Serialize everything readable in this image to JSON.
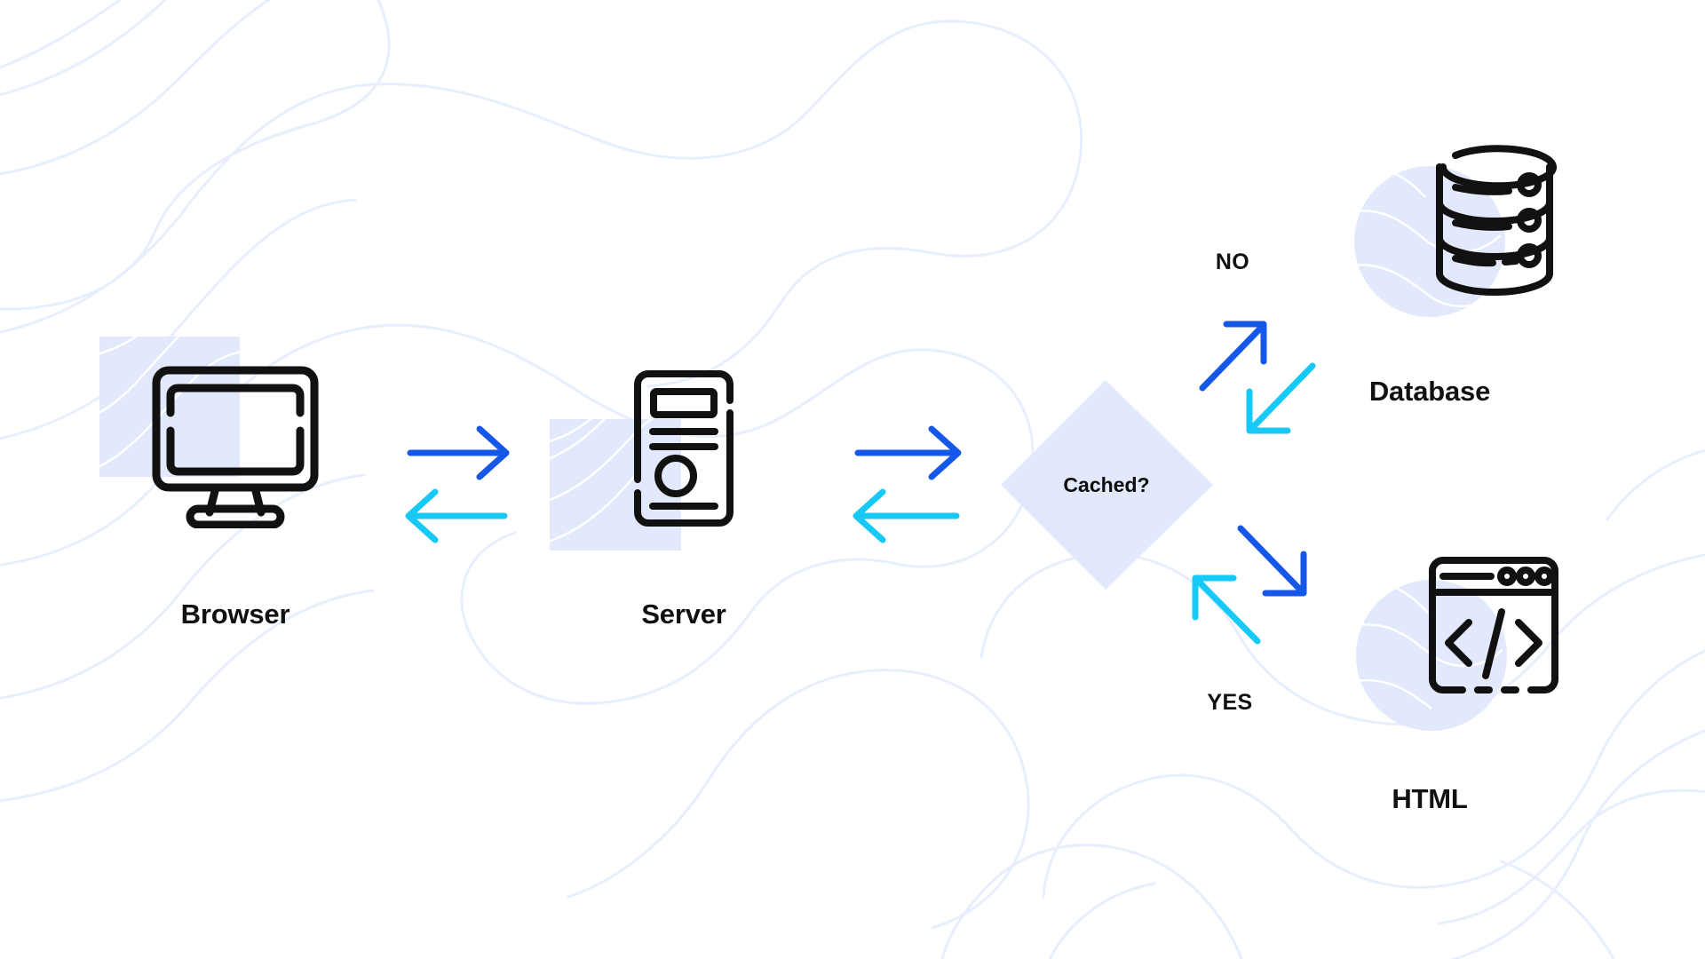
{
  "diagram": {
    "title": "Browser Server Cache Database HTML request flow",
    "type": "flow-diagram",
    "background_color": "#ffffff",
    "colors": {
      "arrow_outbound": "#1557E8",
      "arrow_return": "#17C9F7",
      "shape_fill": "#E2E9FC",
      "wave_stroke": "#E7EEFD",
      "icon_stroke": "#111111",
      "text": "#111111"
    },
    "nodes": [
      {
        "id": "browser",
        "label": "Browser",
        "icon": "monitor-icon"
      },
      {
        "id": "server",
        "label": "Server",
        "icon": "server-tower-icon"
      },
      {
        "id": "cached",
        "label": "Cached?",
        "icon": "diamond-decision-shape"
      },
      {
        "id": "database",
        "label": "Database",
        "icon": "database-cylinder-icon"
      },
      {
        "id": "html",
        "label": "HTML",
        "icon": "code-window-icon"
      }
    ],
    "branch_labels": [
      {
        "id": "no",
        "label": "NO"
      },
      {
        "id": "yes",
        "label": "YES"
      }
    ],
    "connections": [
      {
        "id": "browser-to-server",
        "from": "browser",
        "to": "server",
        "direction": "right",
        "color": "#1557E8"
      },
      {
        "id": "server-to-browser",
        "from": "server",
        "to": "browser",
        "direction": "left",
        "color": "#17C9F7"
      },
      {
        "id": "server-to-cached",
        "from": "server",
        "to": "cached",
        "direction": "right",
        "color": "#1557E8"
      },
      {
        "id": "cached-to-server",
        "from": "cached",
        "to": "server",
        "direction": "left",
        "color": "#17C9F7"
      },
      {
        "id": "cached-to-database",
        "from": "cached",
        "to": "database",
        "direction": "up-right",
        "color": "#1557E8",
        "branch": "NO"
      },
      {
        "id": "database-to-cached",
        "from": "database",
        "to": "cached",
        "direction": "down-left",
        "color": "#17C9F7",
        "branch": "NO"
      },
      {
        "id": "cached-to-html",
        "from": "cached",
        "to": "html",
        "direction": "down-right",
        "color": "#1557E8",
        "branch": "YES"
      },
      {
        "id": "html-to-cached",
        "from": "html",
        "to": "cached",
        "direction": "up-left",
        "color": "#17C9F7",
        "branch": "YES"
      }
    ],
    "decorations": [
      {
        "id": "browser-square",
        "shape": "square",
        "color": "#E2E9FC"
      },
      {
        "id": "server-square",
        "shape": "square",
        "color": "#E2E9FC"
      },
      {
        "id": "database-circle",
        "shape": "circle",
        "color": "#E2E9FC"
      },
      {
        "id": "html-circle",
        "shape": "circle",
        "color": "#E2E9FC"
      },
      {
        "id": "corner-waves-top-left",
        "shape": "waves",
        "color": "#E7EEFD"
      },
      {
        "id": "corner-waves-bottom-right",
        "shape": "waves",
        "color": "#E7EEFD"
      }
    ]
  }
}
